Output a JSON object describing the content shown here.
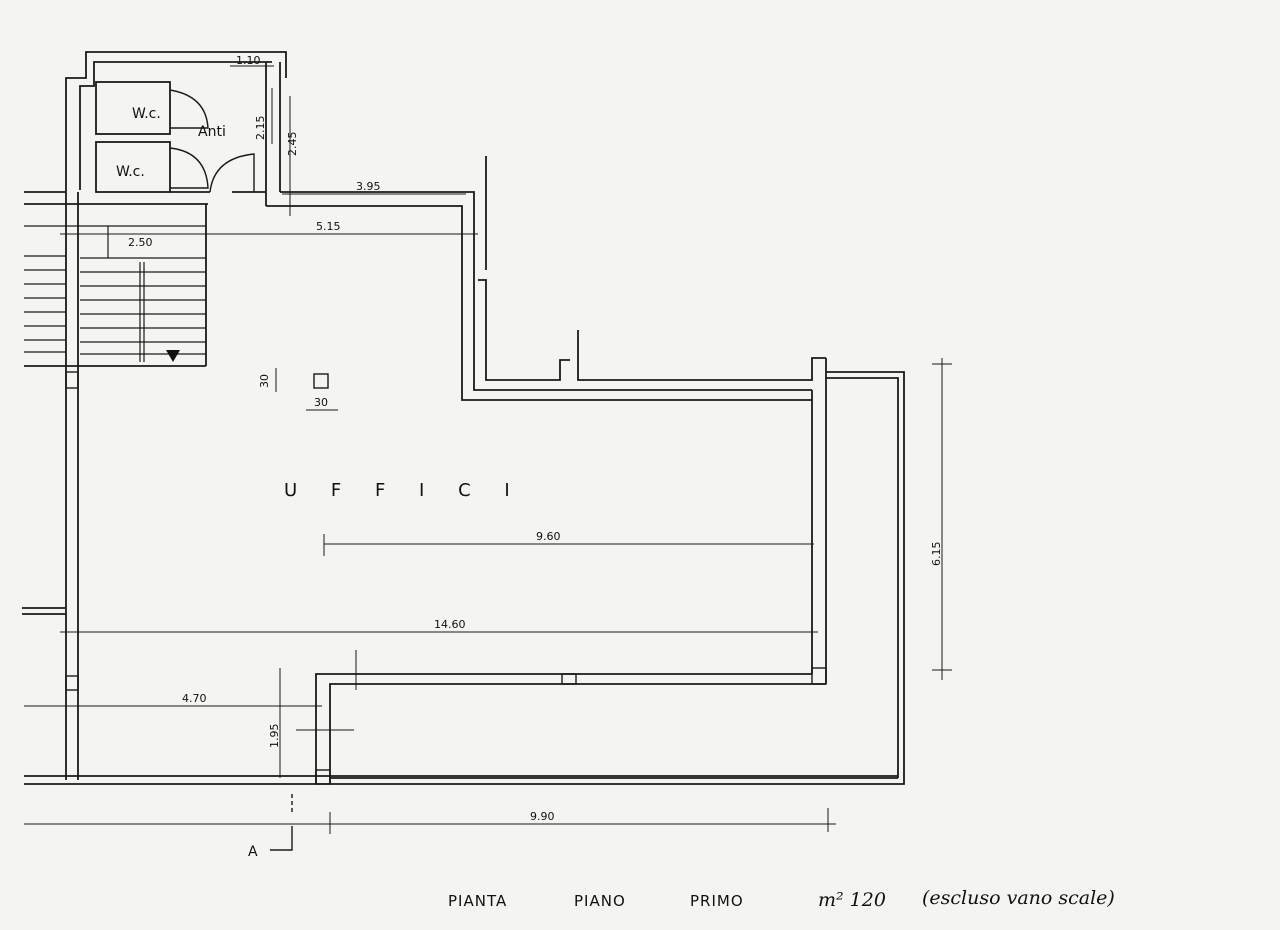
{
  "rooms": {
    "wc_upper": "W.c.",
    "wc_lower": "W.c.",
    "anti": "Anti",
    "main": "U F F I C I"
  },
  "dimensions": {
    "d_1_10": "1.10",
    "d_2_15": "2.15",
    "d_2_45": "2.45",
    "d_3_95": "3.95",
    "d_5_15": "5.15",
    "d_2_50": "2.50",
    "d_30_v": "30",
    "d_30_h": "30",
    "d_9_60": "9.60",
    "d_14_60": "14.60",
    "d_6_15": "6.15",
    "d_4_70": "4.70",
    "d_1_95": "1.95",
    "d_9_90": "9.90"
  },
  "section_marker": "A",
  "caption": {
    "w1": "PIANTA",
    "w2": "PIANO",
    "w3": "PRIMO",
    "handwritten_area": "m² 120",
    "handwritten_note": "(escluso vano scale)"
  }
}
